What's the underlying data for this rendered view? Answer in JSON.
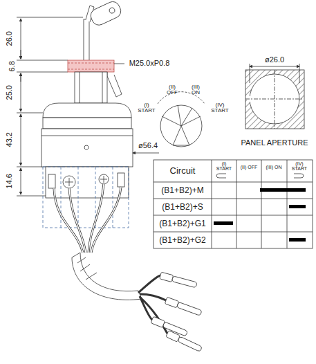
{
  "diagram": {
    "labels": [
      "26.0",
      "6.8",
      "25.0",
      "43.2",
      "14.6",
      "M25.0xP0.8",
      "ø56.4",
      "(II) OFF",
      "(III) ON",
      "(I) START",
      "(IV) START",
      "ø26.0",
      "PANEL APERTURE",
      "Circuit",
      "(I) START",
      "(II) OFF",
      "(III) ON",
      "(IV) START",
      "(B1+B2)+M",
      "(B1+B2)+S",
      "(B1+B2)+G1",
      "(B1+B2)+G2"
    ]
  }
}
